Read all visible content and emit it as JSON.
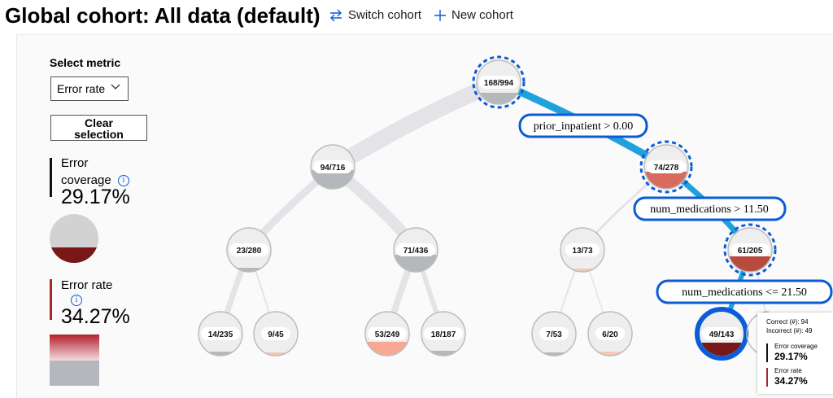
{
  "header": {
    "title": "Global cohort: All data (default)",
    "switch_cohort": "Switch cohort",
    "new_cohort": "New cohort"
  },
  "sidebar": {
    "select_metric_label": "Select metric",
    "metric_value": "Error rate",
    "clear_selection_line1": "Clear",
    "clear_selection_line2": "selection",
    "error_coverage": {
      "label_line1": "Error",
      "label_line2": "coverage",
      "value": "29.17%"
    },
    "error_rate": {
      "label": "Error rate",
      "value": "34.27%"
    }
  },
  "tree": {
    "nodes": [
      {
        "id": "root",
        "label": "168/994"
      },
      {
        "id": "n1",
        "label": "94/716"
      },
      {
        "id": "n2",
        "label": "74/278"
      },
      {
        "id": "n3",
        "label": "23/280"
      },
      {
        "id": "n4",
        "label": "71/436"
      },
      {
        "id": "n5",
        "label": "13/73"
      },
      {
        "id": "n6",
        "label": "61/205"
      },
      {
        "id": "n7",
        "label": "14/235"
      },
      {
        "id": "n8",
        "label": "9/45"
      },
      {
        "id": "n9",
        "label": "53/249"
      },
      {
        "id": "n10",
        "label": "18/187"
      },
      {
        "id": "n11",
        "label": "7/53"
      },
      {
        "id": "n12",
        "label": "6/20"
      },
      {
        "id": "n13",
        "label": "49/143"
      }
    ],
    "conditions": [
      "prior_inpatient > 0.00",
      "num_medications > 11.50",
      "num_medications <= 21.50"
    ]
  },
  "tooltip": {
    "correct": "Correct (#): 94",
    "incorrect": "Incorrect (#): 49",
    "coverage_label": "Error coverage",
    "coverage_value": "29.17%",
    "rate_label": "Error rate",
    "rate_value": "34.27%"
  },
  "colors": {
    "accent": "#0b5cd5",
    "path_blue": "#1fa2dc",
    "error_dark": "#7a1717",
    "error_mid": "#c04a3d",
    "gray_fill": "#b4b8bd"
  }
}
